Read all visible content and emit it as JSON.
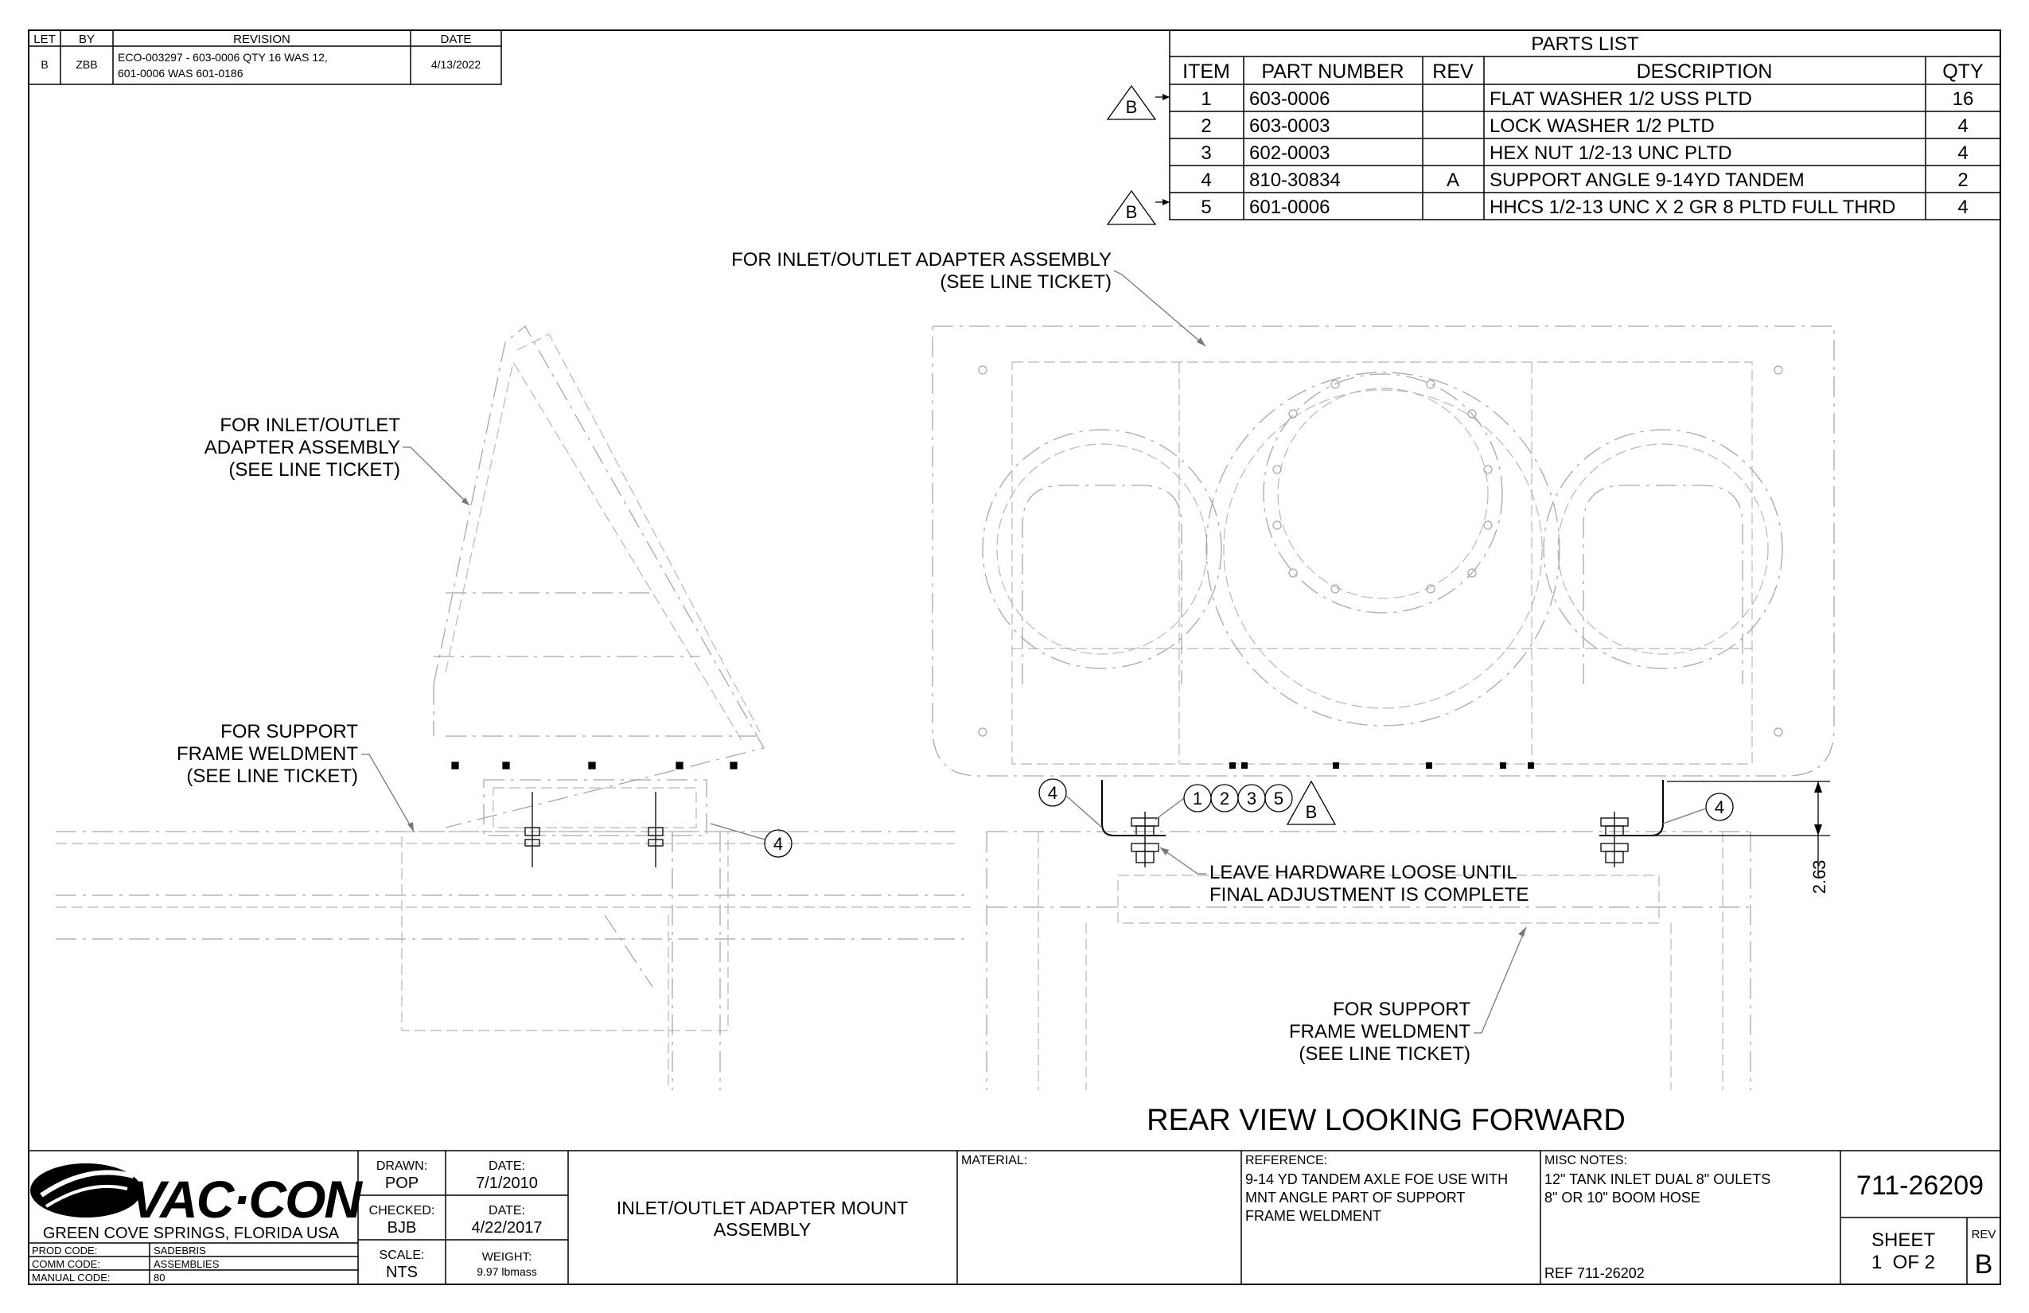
{
  "revision_block": {
    "headers": [
      "LET",
      "BY",
      "REVISION",
      "DATE"
    ],
    "rows": [
      {
        "let": "B",
        "by": "ZBB",
        "revision_line1": "ECO-003297 - 603-0006 QTY 16 WAS 12,",
        "revision_line2": "601-0006 WAS 601-0186",
        "date": "4/13/2022"
      }
    ]
  },
  "parts_list": {
    "title": "PARTS LIST",
    "headers": [
      "ITEM",
      "PART NUMBER",
      "REV",
      "DESCRIPTION",
      "QTY"
    ],
    "rows": [
      {
        "item": "1",
        "part_number": "603-0006",
        "rev": "",
        "description": "FLAT WASHER 1/2 USS PLTD",
        "qty": "16",
        "flag": "B"
      },
      {
        "item": "2",
        "part_number": "603-0003",
        "rev": "",
        "description": "LOCK WASHER 1/2 PLTD",
        "qty": "4",
        "flag": ""
      },
      {
        "item": "3",
        "part_number": "602-0003",
        "rev": "",
        "description": "HEX NUT 1/2-13 UNC PLTD",
        "qty": "4",
        "flag": ""
      },
      {
        "item": "4",
        "part_number": "810-30834",
        "rev": "A",
        "description": "SUPPORT ANGLE 9-14YD TANDEM",
        "qty": "2",
        "flag": ""
      },
      {
        "item": "5",
        "part_number": "601-0006",
        "rev": "",
        "description": "HHCS 1/2-13 UNC X 2 GR 8 PLTD FULL THRD",
        "qty": "4",
        "flag": "B"
      }
    ]
  },
  "notes": {
    "inlet_outlet_right": [
      "FOR INLET/OUTLET ADAPTER ASSEMBLY",
      "(SEE LINE TICKET)"
    ],
    "inlet_outlet_left": [
      "FOR INLET/OUTLET",
      "ADAPTER ASSEMBLY",
      "(SEE LINE TICKET)"
    ],
    "support_frame_left": [
      "FOR SUPPORT",
      "FRAME WELDMENT",
      "(SEE LINE TICKET)"
    ],
    "support_frame_right": [
      "FOR SUPPORT",
      "FRAME WELDMENT",
      "(SEE LINE TICKET)"
    ],
    "hardware": [
      "LEAVE HARDWARE LOOSE UNTIL",
      "FINAL ADJUSTMENT IS COMPLETE"
    ],
    "dimension": "2.63",
    "view_title": "REAR VIEW LOOKING FORWARD"
  },
  "balloons": {
    "left_view": [
      "4"
    ],
    "right_view_group": [
      "1",
      "2",
      "3",
      "5"
    ],
    "right_view_left": "4",
    "right_view_right": "4",
    "rev_flag": "B"
  },
  "title_block": {
    "company": "VAC·CON",
    "location": "GREEN COVE SPRINGS, FLORIDA USA",
    "prod_code_label": "PROD CODE:",
    "prod_code": "SADEBRIS",
    "comm_code_label": "COMM CODE:",
    "comm_code": "ASSEMBLIES",
    "manual_code_label": "MANUAL CODE:",
    "manual_code": "80",
    "drawn_label": "DRAWN:",
    "drawn": "POP",
    "drawn_date_label": "DATE:",
    "drawn_date": "7/1/2010",
    "checked_label": "CHECKED:",
    "checked": "BJB",
    "checked_date_label": "DATE:",
    "checked_date": "4/22/2017",
    "scale_label": "SCALE:",
    "scale": "NTS",
    "weight_label": "WEIGHT:",
    "weight": "9.97 lbmass",
    "title_line1": "INLET/OUTLET ADAPTER MOUNT",
    "title_line2": "ASSEMBLY",
    "material_label": "MATERIAL:",
    "reference_label": "REFERENCE:",
    "reference_lines": [
      "9-14 YD TANDEM AXLE FOE USE WITH",
      "MNT ANGLE PART OF SUPPORT",
      "FRAME WELDMENT"
    ],
    "misc_label": "MISC NOTES:",
    "misc_lines": [
      "12\" TANK INLET DUAL 8\" OULETS",
      "8\" OR 10\" BOOM HOSE"
    ],
    "misc_ref": "REF 711-26202",
    "drawing_number": "711-26209",
    "sheet_label": "SHEET",
    "sheet": "1  OF 2",
    "rev_label": "REV",
    "rev": "B"
  }
}
